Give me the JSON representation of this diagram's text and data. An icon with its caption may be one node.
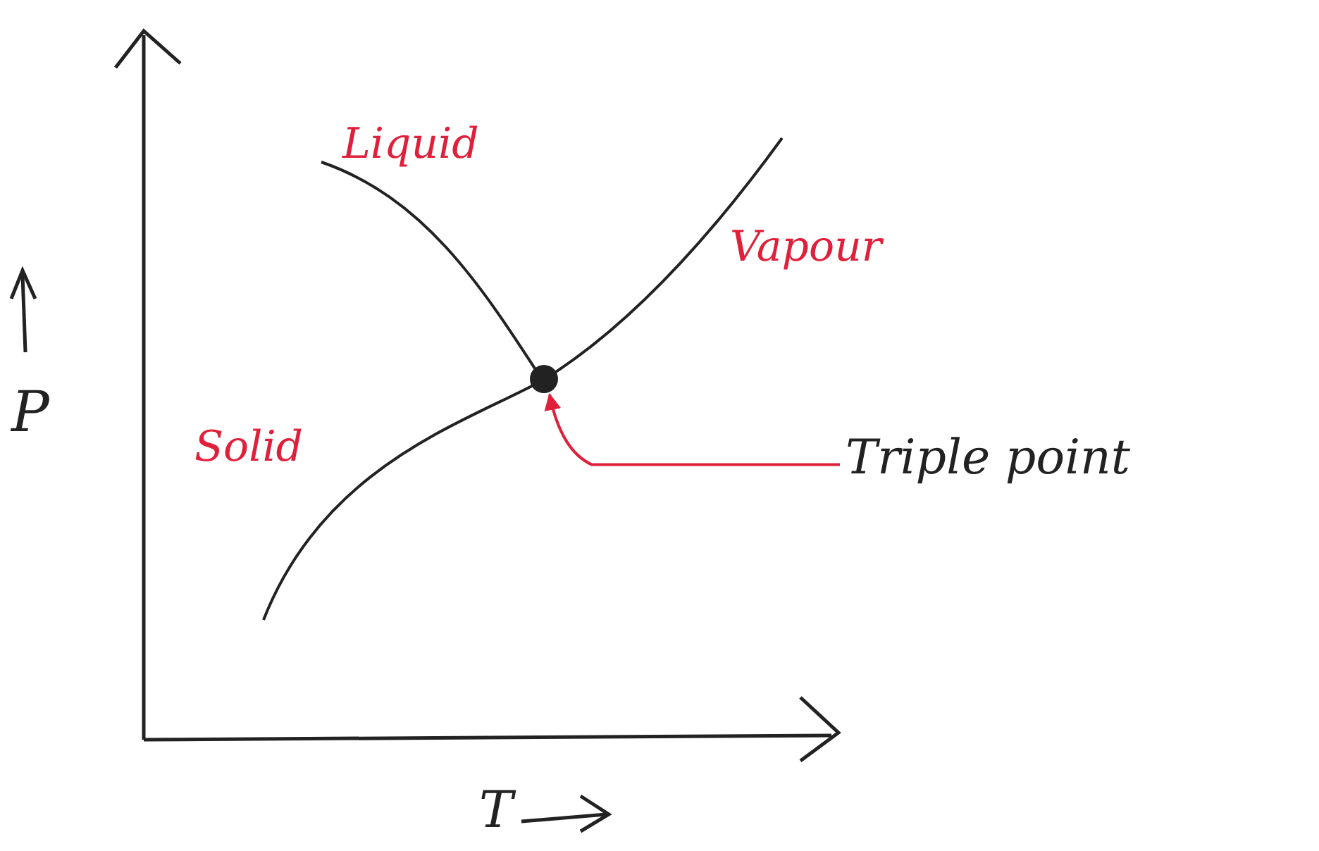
{
  "diagram": {
    "nodes": [
      {
        "text": [
          "Triple point"
        ]
      },
      {
        "text": [],
        "shape": "circle"
      }
    ],
    "edges": [
      {
        "from": 0,
        "to": 1,
        "arrow": "to",
        "color": "#e0203a"
      }
    ],
    "labels": [
      "Liquid",
      "Vapour",
      "P",
      "Solid",
      "T"
    ]
  }
}
